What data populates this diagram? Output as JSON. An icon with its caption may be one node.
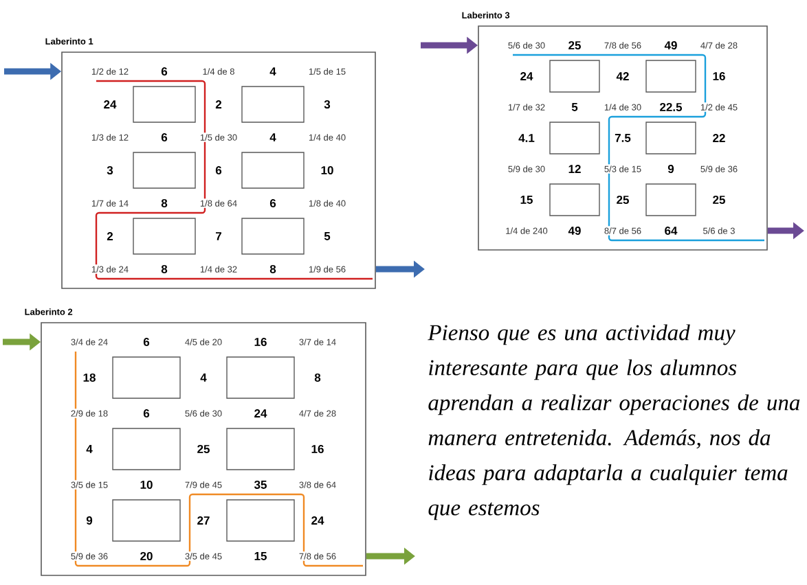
{
  "diagram": {
    "nodes": [
      {
        "text": [
          "Laberinto 1"
        ]
      },
      {
        "text": [
          "Laberinto 3"
        ]
      },
      {
        "text": [
          "Laberinto 2"
        ]
      }
    ],
    "edges": [
      {
        "from": null,
        "to": 0,
        "arrow": "to",
        "color": "#3d6cb0"
      },
      {
        "from": 0,
        "to": null,
        "arrow": "to",
        "color": "#3d6cb0"
      },
      {
        "from": null,
        "to": 1,
        "arrow": "to",
        "color": "#6b4a94"
      },
      {
        "from": 1,
        "to": null,
        "arrow": "to",
        "color": "#6b4a94"
      },
      {
        "from": null,
        "to": 2,
        "arrow": "to",
        "color": "#7aa23c"
      },
      {
        "from": 2,
        "to": null,
        "arrow": "to",
        "color": "#7aa23c"
      }
    ],
    "labels": [
      "1/2 de 12",
      "6",
      "1/4 de 8",
      "4",
      "1/5 de 15",
      "24",
      "2",
      "3",
      "1/3 de 12",
      "6",
      "1/5 de 30",
      "4",
      "1/4 de 40",
      "3",
      "6",
      "10",
      "1/7 de 14",
      "8",
      "1/8 de 64",
      "6",
      "1/8 de 40",
      "2",
      "7",
      "5",
      "1/3 de 24",
      "8",
      "1/4 de 32",
      "8",
      "1/9 de 56",
      "5/6 de 30",
      "25",
      "7/8 de 56",
      "49",
      "4/7 de 28",
      "24",
      "42",
      "16",
      "1/7 de 32",
      "5",
      "1/4 de 30",
      "22.5",
      "1/2 de 45",
      "4.1",
      "7.5",
      "22",
      "5/9 de 30",
      "12",
      "5/3 de 15",
      "9",
      "5/9 de 36",
      "15",
      "25",
      "25",
      "1/4 de 240",
      "49",
      "8/7 de 56",
      "64",
      "5/6 de 3",
      "3/4 de 24",
      "6",
      "4/5 de 20",
      "16",
      "3/7 de 14",
      "18",
      "4",
      "8",
      "2/9 de 18",
      "6",
      "5/6 de 30",
      "24",
      "4/7 de 28",
      "4",
      "25",
      "16",
      "3/5 de 15",
      "10",
      "7/9 de 45",
      "35",
      "3/8 de 64",
      "9",
      "27",
      "24",
      "5/9 de 36",
      "20",
      "3/5 de 45",
      "15",
      "7/8 de 56",
      "Pienso que es una actividad muy interesante para que los alumnos aprendan a realizar operaciones de una manera entretenida. Además, nos da ideas para adaptarla a cualquier tema que estemos"
    ]
  }
}
